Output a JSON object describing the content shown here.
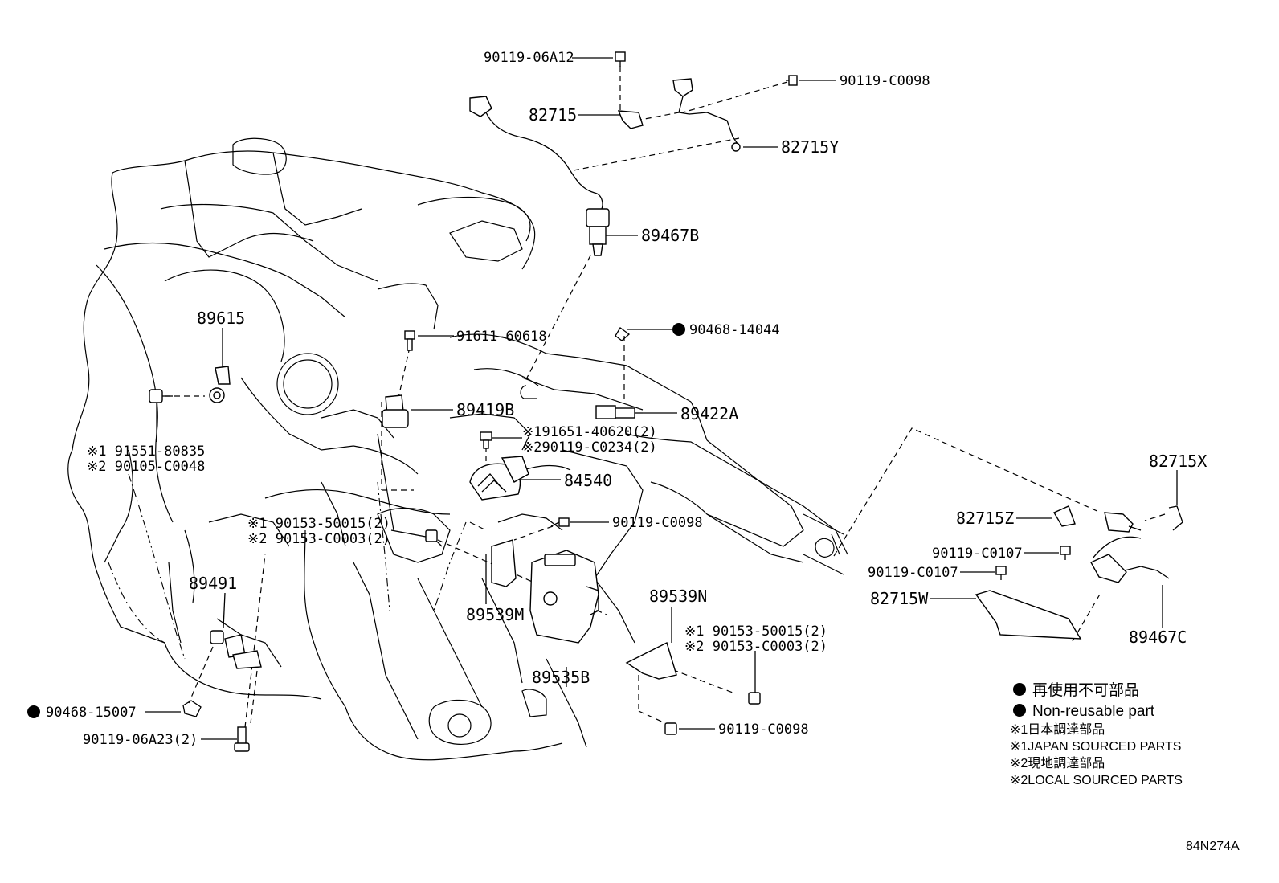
{
  "callouts": {
    "c_90119_06A12": "90119-06A12",
    "c_90119_C0098_top": "90119-C0098",
    "c_82715": "82715",
    "c_82715Y": "82715Y",
    "c_89467B": "89467B",
    "c_89615": "89615",
    "c_91611_60618": "91611-60618",
    "c_90468_14044": "90468-14044",
    "c_89419B": "89419B",
    "c_89422A": "89422A",
    "c_91551_80835": "※1 91551-80835",
    "c_90105_C0048": "※2 90105-C0048",
    "c_91651_40620": "※191651-40620(2)",
    "c_90119_C0234": "※290119-C0234(2)",
    "c_84540": "84540",
    "c_90153_50015_a": "※1 90153-50015(2)",
    "c_90153_C0003_a": "※2 90153-C0003(2)",
    "c_90119_C0098_mid": "90119-C0098",
    "c_82715X": "82715X",
    "c_82715Z": "82715Z",
    "c_90119_C0107_a": "90119-C0107",
    "c_90119_C0107_b": "90119-C0107",
    "c_82715W": "82715W",
    "c_89467C": "89467C",
    "c_89491": "89491",
    "c_89539M": "89539M",
    "c_89539N": "89539N",
    "c_90153_50015_b": "※1 90153-50015(2)",
    "c_90153_C0003_b": "※2 90153-C0003(2)",
    "c_89535B": "89535B",
    "c_90468_15007": "90468-15007",
    "c_90119_06A23": "90119-06A23(2)",
    "c_90119_C0098_bot": "90119-C0098"
  },
  "legend": {
    "non_reusable_jp": "再使用不可部品",
    "non_reusable_en": "Non-reusable part",
    "japan_sourced_jp": "※1日本調達部品",
    "japan_sourced_en": "※1JAPAN SOURCED PARTS",
    "local_sourced_jp": "※2現地調達部品",
    "local_sourced_en": "※2LOCAL SOURCED PARTS"
  },
  "figure_code": "84N274A"
}
